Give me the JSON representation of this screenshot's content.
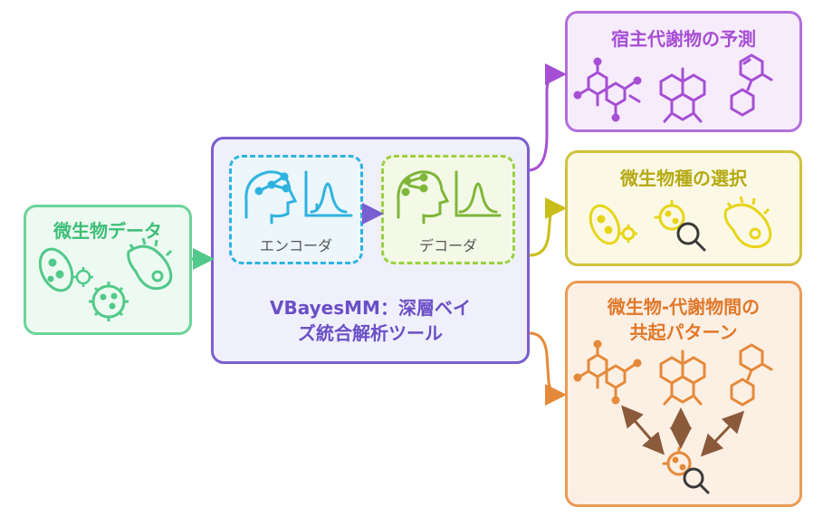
{
  "input": {
    "label": "微生物データ"
  },
  "tool": {
    "encoder_label": "エンコーダ",
    "decoder_label": "デコーダ",
    "title_line1": "VBayesMM：深層ベイ",
    "title_line2": "ズ統合解析ツール"
  },
  "outputs": [
    {
      "label": "宿主代謝物の予測",
      "color": "#a64fd4"
    },
    {
      "label": "微生物種の選択",
      "color": "#c9bd1a"
    },
    {
      "label_line1": "微生物-代謝物間の",
      "label_line2": "共起パターン",
      "color": "#e58a3a"
    }
  ],
  "colors": {
    "input": "#52c98a",
    "tool": "#7a5fd0",
    "encoder": "#2fb3e0",
    "decoder": "#9ccf45"
  }
}
